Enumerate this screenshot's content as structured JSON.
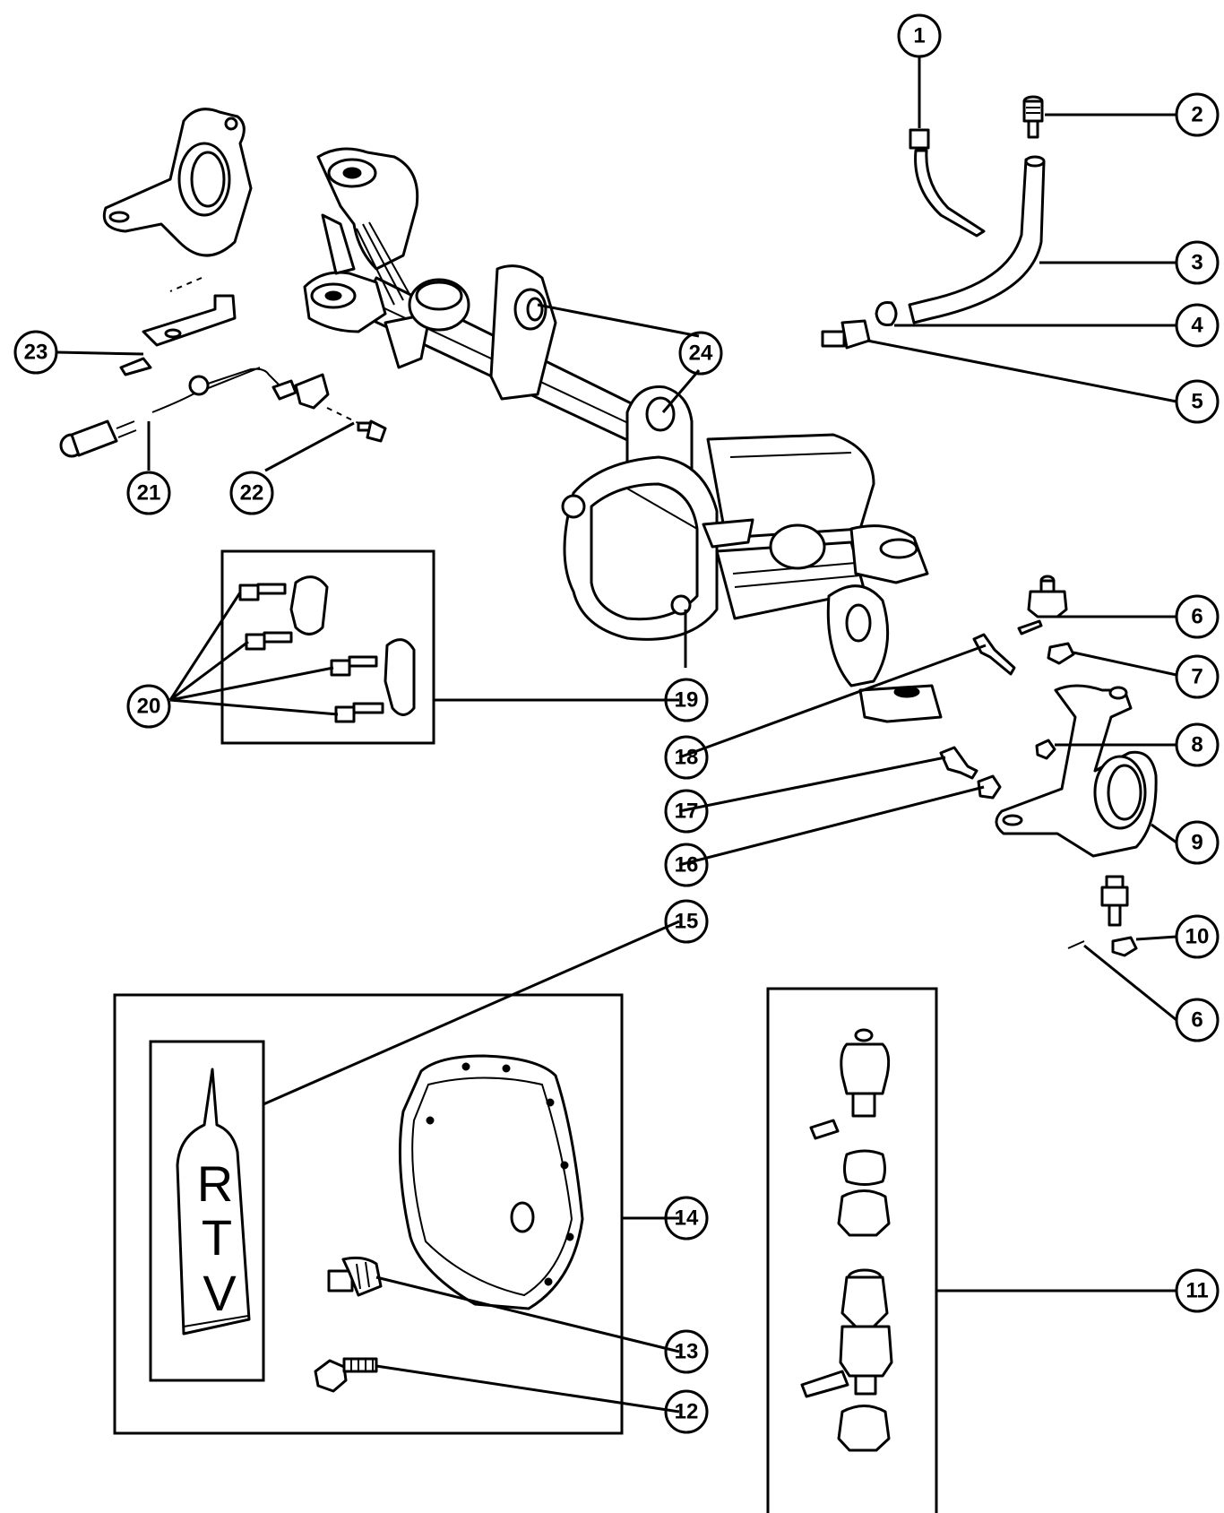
{
  "callouts": {
    "c1": "1",
    "c2": "2",
    "c3": "3",
    "c4": "4",
    "c5": "5",
    "c6a": "6",
    "c6b": "6",
    "c7": "7",
    "c8": "8",
    "c9": "9",
    "c10": "10",
    "c11": "11",
    "c12": "12",
    "c13": "13",
    "c14": "14",
    "c15": "15",
    "c16": "16",
    "c17": "17",
    "c18": "18",
    "c19": "19",
    "c20": "20",
    "c21": "21",
    "c22": "22",
    "c23": "23",
    "c24": "24"
  },
  "rtv_label": {
    "r": "R",
    "t": "T",
    "v": "V"
  }
}
